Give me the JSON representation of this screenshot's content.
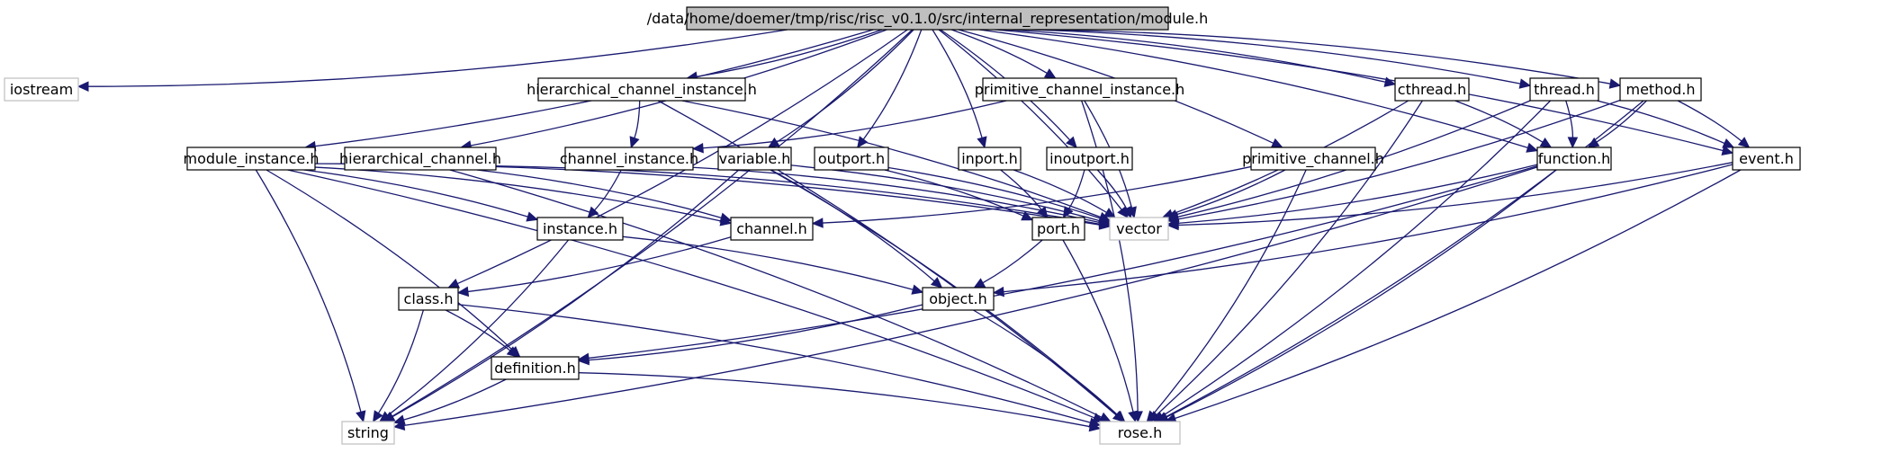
{
  "diagram": {
    "nodes": [
      {
        "id": "module_h",
        "label": "/data/home/doemer/tmp/risc/risc_v0.1.0/src/internal_representation/module.h",
        "fill": "#bfbfbf",
        "stroke": "#000000",
        "root": true
      },
      {
        "id": "iostream",
        "label": "iostream",
        "fill": "#ffffff",
        "stroke": "#bfbfbf"
      },
      {
        "id": "string",
        "label": "string",
        "fill": "#ffffff",
        "stroke": "#bfbfbf"
      },
      {
        "id": "vector",
        "label": "vector",
        "fill": "#ffffff",
        "stroke": "#bfbfbf"
      },
      {
        "id": "rose_h",
        "label": "rose.h",
        "fill": "#ffffff",
        "stroke": "#bfbfbf"
      },
      {
        "id": "hier_chan_inst",
        "label": "hierarchical_channel_instance.h",
        "fill": "#ffffff",
        "stroke": "#000000"
      },
      {
        "id": "prim_chan_inst",
        "label": "primitive_channel_instance.h",
        "fill": "#ffffff",
        "stroke": "#000000"
      },
      {
        "id": "cthread",
        "label": "cthread.h",
        "fill": "#ffffff",
        "stroke": "#000000"
      },
      {
        "id": "thread",
        "label": "thread.h",
        "fill": "#ffffff",
        "stroke": "#000000"
      },
      {
        "id": "method",
        "label": "method.h",
        "fill": "#ffffff",
        "stroke": "#000000"
      },
      {
        "id": "module_instance",
        "label": "module_instance.h",
        "fill": "#ffffff",
        "stroke": "#000000"
      },
      {
        "id": "hier_chan",
        "label": "hierarchical_channel.h",
        "fill": "#ffffff",
        "stroke": "#000000"
      },
      {
        "id": "channel_instance",
        "label": "channel_instance.h",
        "fill": "#ffffff",
        "stroke": "#000000"
      },
      {
        "id": "variable",
        "label": "variable.h",
        "fill": "#ffffff",
        "stroke": "#000000"
      },
      {
        "id": "outport",
        "label": "outport.h",
        "fill": "#ffffff",
        "stroke": "#000000"
      },
      {
        "id": "inport",
        "label": "inport.h",
        "fill": "#ffffff",
        "stroke": "#000000"
      },
      {
        "id": "inoutport",
        "label": "inoutport.h",
        "fill": "#ffffff",
        "stroke": "#000000"
      },
      {
        "id": "prim_chan",
        "label": "primitive_channel.h",
        "fill": "#ffffff",
        "stroke": "#000000"
      },
      {
        "id": "function",
        "label": "function.h",
        "fill": "#ffffff",
        "stroke": "#000000"
      },
      {
        "id": "event",
        "label": "event.h",
        "fill": "#ffffff",
        "stroke": "#000000"
      },
      {
        "id": "instance",
        "label": "instance.h",
        "fill": "#ffffff",
        "stroke": "#000000"
      },
      {
        "id": "channel",
        "label": "channel.h",
        "fill": "#ffffff",
        "stroke": "#000000"
      },
      {
        "id": "port",
        "label": "port.h",
        "fill": "#ffffff",
        "stroke": "#000000"
      },
      {
        "id": "class_h",
        "label": "class.h",
        "fill": "#ffffff",
        "stroke": "#000000"
      },
      {
        "id": "object",
        "label": "object.h",
        "fill": "#ffffff",
        "stroke": "#000000"
      },
      {
        "id": "definition",
        "label": "definition.h",
        "fill": "#ffffff",
        "stroke": "#000000"
      }
    ],
    "edges": [
      [
        "module_h",
        "iostream"
      ],
      [
        "module_h",
        "string"
      ],
      [
        "module_h",
        "class_h"
      ],
      [
        "module_h",
        "module_instance"
      ],
      [
        "module_h",
        "hier_chan"
      ],
      [
        "module_h",
        "hier_chan_inst"
      ],
      [
        "module_h",
        "variable"
      ],
      [
        "module_h",
        "outport"
      ],
      [
        "module_h",
        "inport"
      ],
      [
        "module_h",
        "inoutport"
      ],
      [
        "module_h",
        "prim_chan_inst"
      ],
      [
        "module_h",
        "prim_chan"
      ],
      [
        "module_h",
        "vector"
      ],
      [
        "module_h",
        "function"
      ],
      [
        "module_h",
        "cthread"
      ],
      [
        "module_h",
        "thread"
      ],
      [
        "module_h",
        "method"
      ],
      [
        "module_h",
        "event"
      ],
      [
        "hier_chan_inst",
        "channel_instance"
      ],
      [
        "hier_chan_inst",
        "vector"
      ],
      [
        "hier_chan_inst",
        "rose_h"
      ],
      [
        "prim_chan_inst",
        "channel_instance"
      ],
      [
        "prim_chan_inst",
        "vector"
      ],
      [
        "prim_chan_inst",
        "rose_h"
      ],
      [
        "cthread",
        "function"
      ],
      [
        "cthread",
        "vector"
      ],
      [
        "cthread",
        "rose_h"
      ],
      [
        "thread",
        "function"
      ],
      [
        "thread",
        "event"
      ],
      [
        "thread",
        "vector"
      ],
      [
        "thread",
        "rose_h"
      ],
      [
        "method",
        "function"
      ],
      [
        "method",
        "event"
      ],
      [
        "method",
        "vector"
      ],
      [
        "method",
        "rose_h"
      ],
      [
        "module_instance",
        "instance"
      ],
      [
        "module_instance",
        "channel"
      ],
      [
        "module_instance",
        "definition"
      ],
      [
        "module_instance",
        "string"
      ],
      [
        "module_instance",
        "rose_h"
      ],
      [
        "module_instance",
        "vector"
      ],
      [
        "hier_chan",
        "channel"
      ],
      [
        "hier_chan",
        "vector"
      ],
      [
        "hier_chan",
        "rose_h"
      ],
      [
        "channel_instance",
        "instance"
      ],
      [
        "channel_instance",
        "vector"
      ],
      [
        "variable",
        "object"
      ],
      [
        "variable",
        "string"
      ],
      [
        "variable",
        "vector"
      ],
      [
        "variable",
        "rose_h"
      ],
      [
        "outport",
        "port"
      ],
      [
        "outport",
        "vector"
      ],
      [
        "inport",
        "port"
      ],
      [
        "inport",
        "vector"
      ],
      [
        "inoutport",
        "port"
      ],
      [
        "inoutport",
        "vector"
      ],
      [
        "prim_chan",
        "channel"
      ],
      [
        "prim_chan",
        "vector"
      ],
      [
        "prim_chan",
        "rose_h"
      ],
      [
        "function",
        "definition"
      ],
      [
        "function",
        "string"
      ],
      [
        "function",
        "vector"
      ],
      [
        "function",
        "rose_h"
      ],
      [
        "event",
        "object"
      ],
      [
        "event",
        "vector"
      ],
      [
        "event",
        "rose_h"
      ],
      [
        "instance",
        "object"
      ],
      [
        "instance",
        "string"
      ],
      [
        "channel",
        "class_h"
      ],
      [
        "port",
        "object"
      ],
      [
        "port",
        "rose_h"
      ],
      [
        "class_h",
        "definition"
      ],
      [
        "class_h",
        "string"
      ],
      [
        "class_h",
        "rose_h"
      ],
      [
        "object",
        "definition"
      ],
      [
        "object",
        "rose_h"
      ],
      [
        "definition",
        "string"
      ],
      [
        "definition",
        "rose_h"
      ]
    ]
  }
}
